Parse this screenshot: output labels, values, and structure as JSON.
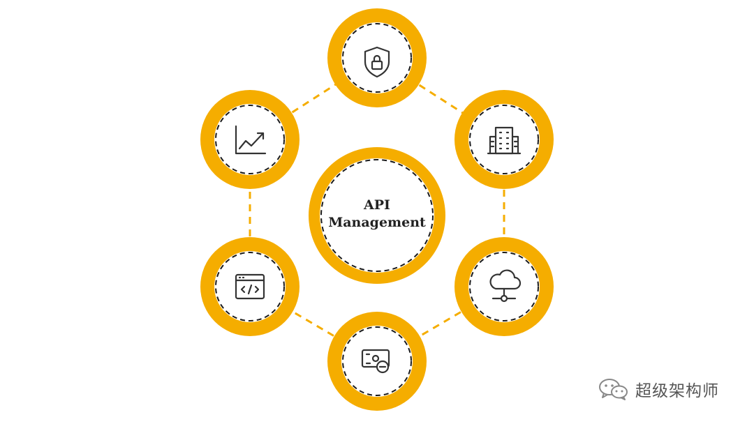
{
  "center": {
    "line1": "API",
    "line2": "Management"
  },
  "nodes": [
    {
      "icon": "shield-lock-icon"
    },
    {
      "icon": "building-icon"
    },
    {
      "icon": "cloud-network-icon"
    },
    {
      "icon": "payment-card-icon"
    },
    {
      "icon": "code-window-icon"
    },
    {
      "icon": "trend-chart-icon"
    }
  ],
  "watermark": {
    "text": "超级架构师",
    "icon": "wechat-icon"
  },
  "colors": {
    "ring": "#F5AD00",
    "dash": "#1a1a1a",
    "icon": "#333333",
    "background": "#ffffff"
  }
}
